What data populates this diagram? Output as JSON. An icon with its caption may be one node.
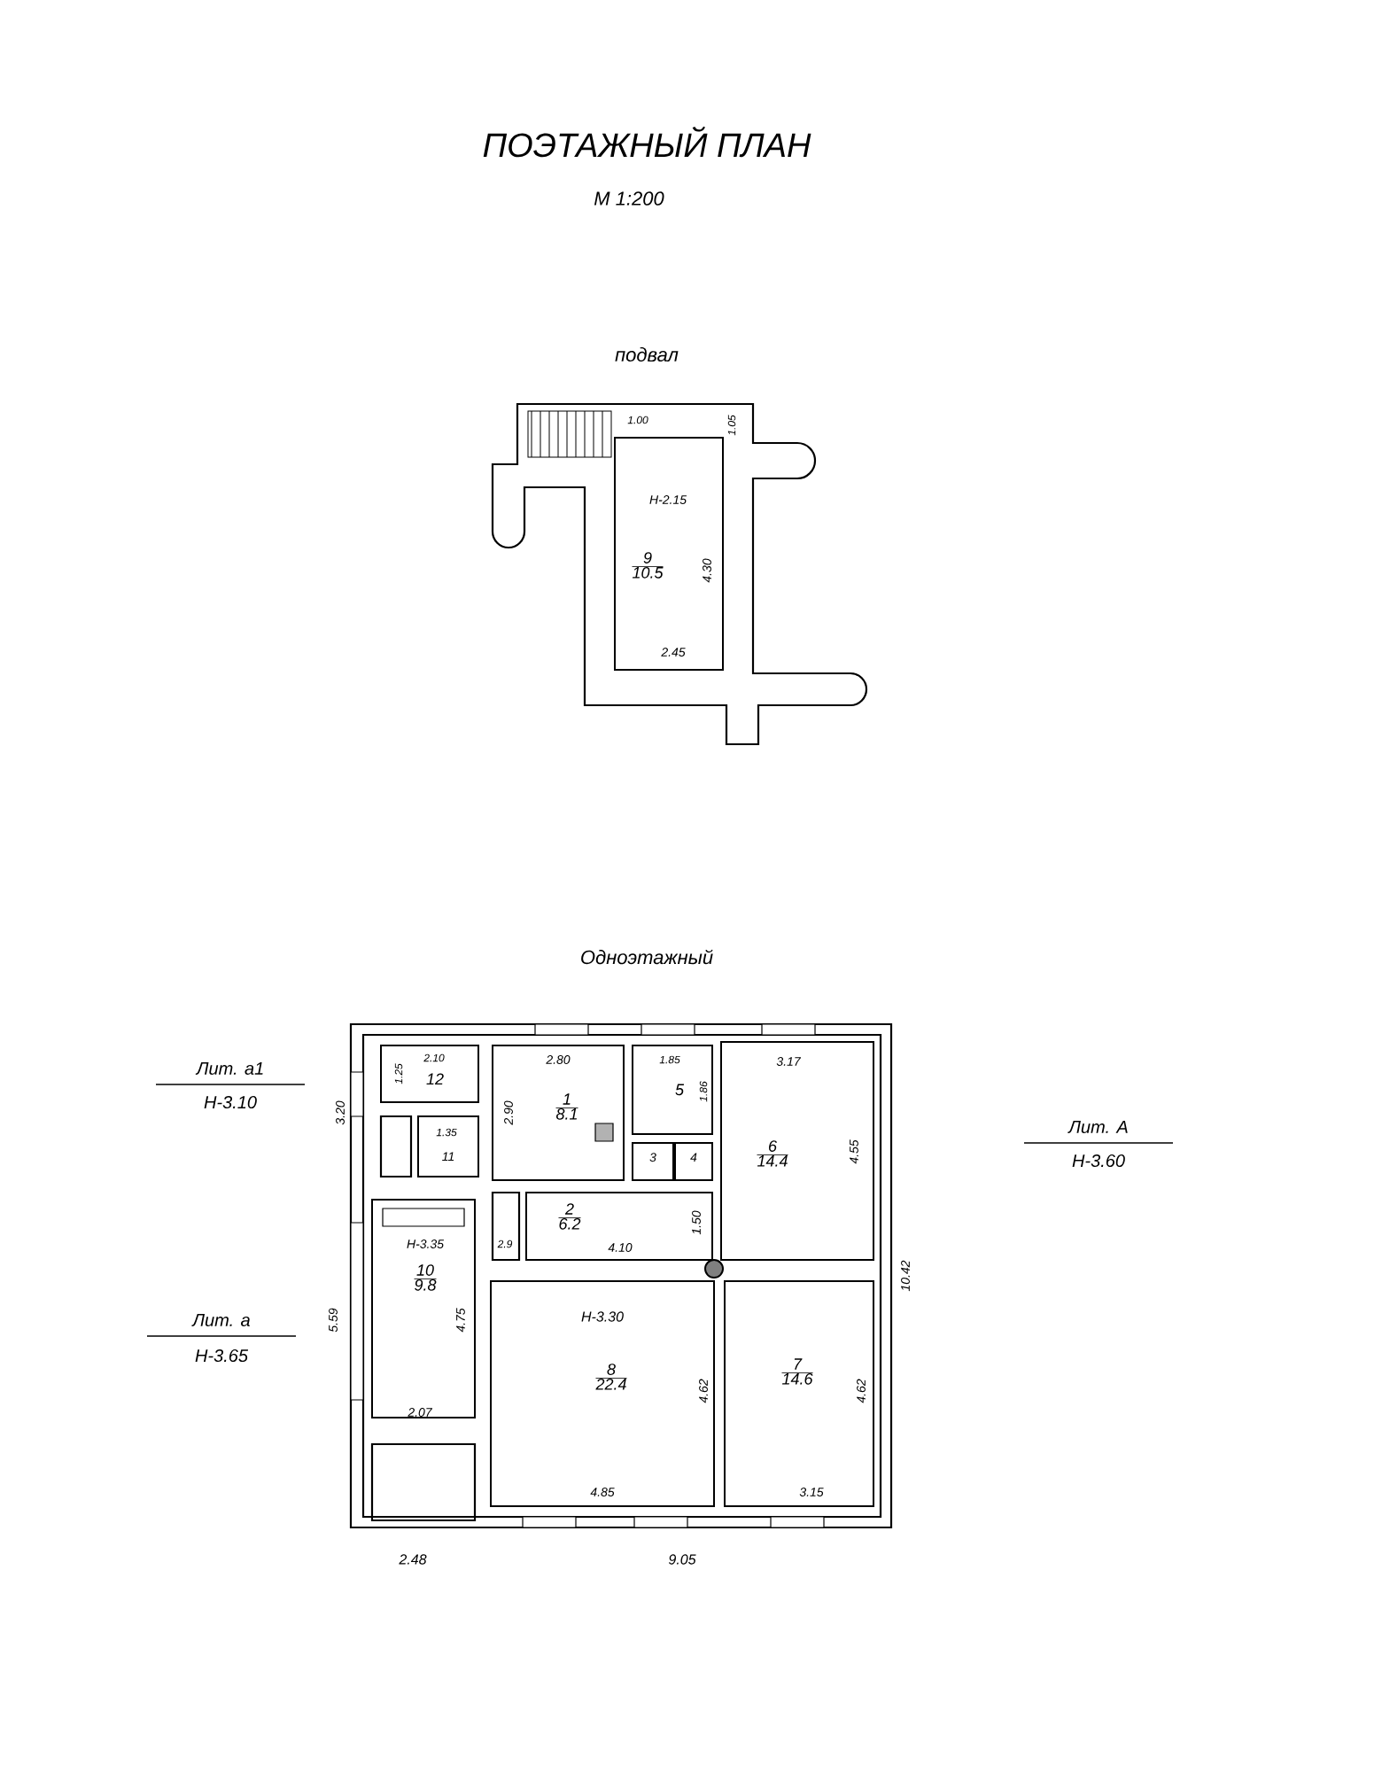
{
  "diagram": {
    "title": "ПОЭТАЖНЫЙ ПЛАН",
    "nodes": [
      {
        "text": [
          "9",
          "10.5"
        ]
      },
      {
        "text": [
          "12"
        ]
      },
      {
        "text": [
          "11"
        ]
      },
      {
        "text": [
          "1",
          "8.1"
        ]
      },
      {
        "text": [
          "5"
        ]
      },
      {
        "text": [
          "6",
          "14.4"
        ]
      },
      {
        "text": [
          "2",
          "6.2"
        ]
      },
      {
        "text": [
          "3"
        ]
      },
      {
        "text": [
          "4"
        ]
      },
      {
        "text": [
          "10",
          "9.8"
        ]
      },
      {
        "text": [
          "8",
          "22.4"
        ]
      },
      {
        "text": [
          "7",
          "14.6"
        ]
      }
    ],
    "labels": [
      "М 1:200",
      "подвал",
      "1.00",
      "1.05",
      "Н-2.15",
      "4.30",
      "2.45",
      "Одноэтажный",
      "Лит. а1",
      "Н-3.10",
      "Лит. А",
      "Н-3.60",
      "Лит. а",
      "Н-3.65",
      "3.20",
      "1.25",
      "2.10",
      "1.35",
      "2.80",
      "2.90",
      "1.85",
      "1.86",
      "3.17",
      "4.55",
      "1.50",
      "4.10",
      "2.9",
      "Н-3.35",
      "4.75",
      "5.59",
      "2.07",
      "Н-3.30",
      "4.62",
      "4.62",
      "4.85",
      "3.15",
      "10.42",
      "2.48",
      "9.05"
    ]
  }
}
